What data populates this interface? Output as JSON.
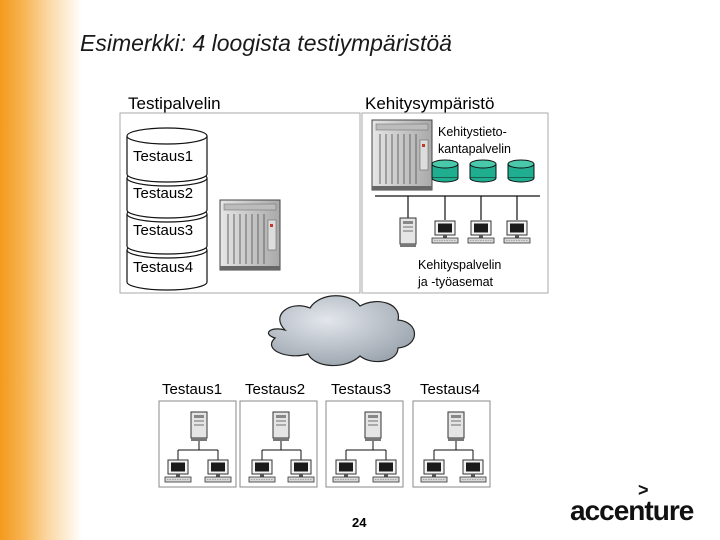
{
  "title": "Esimerkki: 4 loogista testiympäristöä",
  "left_box": {
    "header": "Testipalvelin",
    "databases": [
      "Testaus1",
      "Testaus2",
      "Testaus3",
      "Testaus4"
    ]
  },
  "right_box": {
    "header": "Kehitysympäristö",
    "db_server_label_line1": "Kehitystieto-",
    "db_server_label_line2": "kantapalvelin",
    "workstations_label_line1": "Kehityspalvelin",
    "workstations_label_line2": "ja -työasemat"
  },
  "test_envs": [
    "Testaus1",
    "Testaus2",
    "Testaus3",
    "Testaus4"
  ],
  "page_number": "24",
  "logo": {
    "text": "accenture",
    "mark": ">"
  },
  "colors": {
    "accent_orange": "#f39a1c",
    "db_green": "#1fae8f",
    "network_cloud": "#b7bfca",
    "server_gray": "#c9c9c9"
  }
}
